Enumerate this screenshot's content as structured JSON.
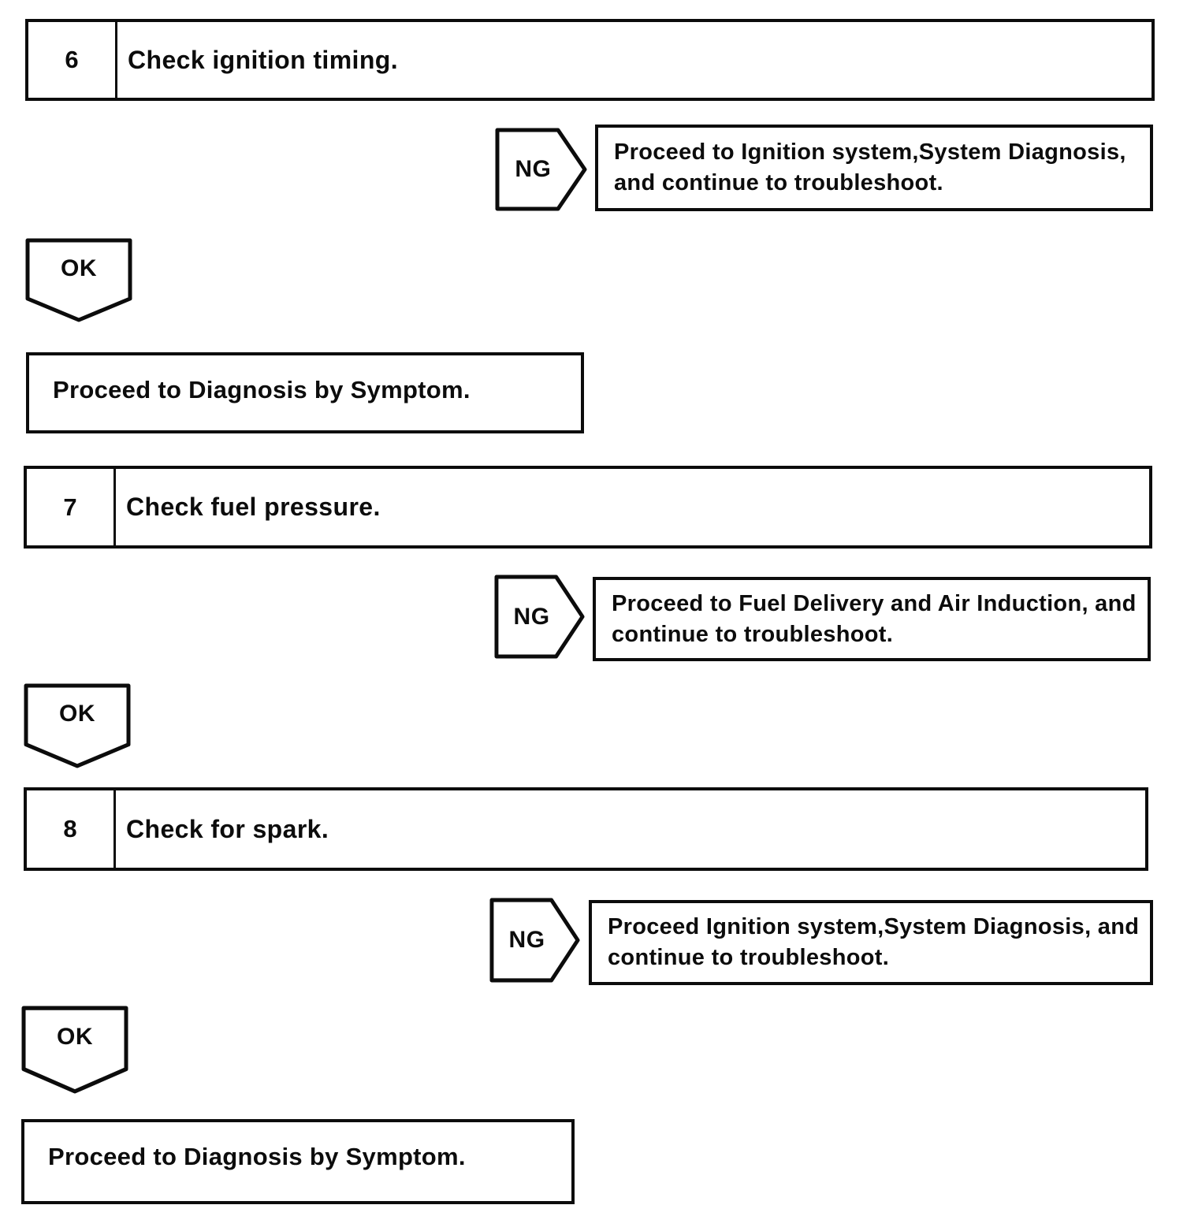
{
  "flow": {
    "steps": [
      {
        "number": "6",
        "title": "Check ignition timing.",
        "ng_label": "NG",
        "ng_result_line1": "Proceed to Ignition system,System Diagnosis,",
        "ng_result_line2": "and continue to troubleshoot.",
        "ok_label": "OK",
        "ok_result": "Proceed to Diagnosis by Symptom."
      },
      {
        "number": "7",
        "title": "Check fuel pressure.",
        "ng_label": "NG",
        "ng_result_line1": "Proceed to Fuel Delivery and Air Induction, and",
        "ng_result_line2": "continue to troubleshoot.",
        "ok_label": "OK"
      },
      {
        "number": "8",
        "title": "Check for spark.",
        "ng_label": "NG",
        "ng_result_line1": "Proceed Ignition system,System Diagnosis, and",
        "ng_result_line2": "continue to troubleshoot.",
        "ok_label": "OK",
        "ok_result": "Proceed to Diagnosis by Symptom."
      }
    ],
    "colors": {
      "ink": "#0c0c0c",
      "paper": "#ffffff"
    }
  }
}
